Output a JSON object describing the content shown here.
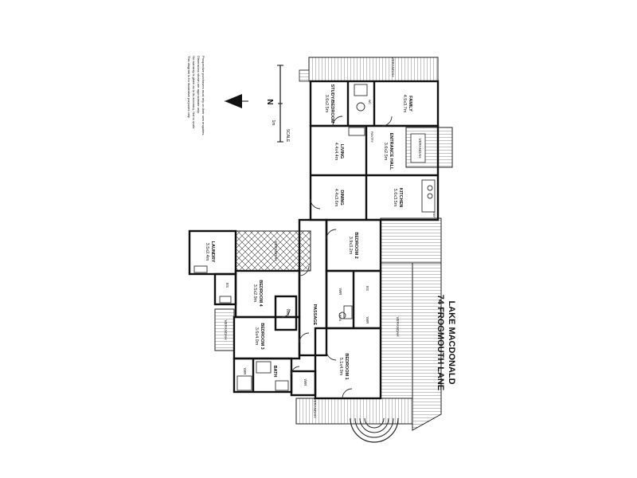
{
  "address": {
    "line1": "74 FROGMOUTH LANE",
    "line2": "LAKE MACDONALD"
  },
  "compass": {
    "label": "N"
  },
  "scale": {
    "label": "SCALE",
    "unit": "1m"
  },
  "disclaimer": [
    "This diagram is for illustrative purposes only.",
    "No warranty is given as to its accuracy. Not to scale.",
    "Dimensions shown are approximate only.",
    "Prospective purchasers must rely on their own enquiries."
  ],
  "rooms": {
    "study": {
      "name": "STUDY/BEDROOM",
      "dims": "3.6x2.5m"
    },
    "family": {
      "name": "FAMILY",
      "dims": "4.5x3.7m"
    },
    "entrance": {
      "name": "ENTRANCE HALL",
      "dims": "3.6x2.5m"
    },
    "living": {
      "name": "LIVING",
      "dims": "4.4x4.4m"
    },
    "dining": {
      "name": "DINING",
      "dims": "4.4x3.6m"
    },
    "kitchen": {
      "name": "KITCHEN",
      "dims": "5.6x3.5m"
    },
    "bedroom2": {
      "name": "BEDROOM 2",
      "dims": "3.9x3.2m"
    },
    "laundry": {
      "name": "LAUNDRY",
      "dims": "3.5x2.4m"
    },
    "bedroom4": {
      "name": "BEDROOM 4",
      "dims": "3.5x2.9m"
    },
    "bedroom3": {
      "name": "BEDROOM 3",
      "dims": "3.6x4.0m"
    },
    "bedroom1": {
      "name": "BEDROOM 1",
      "dims": "5.1x4.9m"
    },
    "passage": {
      "name": "PASSAGE"
    },
    "bath": {
      "name": "BATH"
    }
  },
  "labels": {
    "verandah": "VERANDAH",
    "wir": "WIR",
    "es": "ES",
    "linen": "LINEN",
    "wc": "WC",
    "fridge": "FRIDGE",
    "pantry": "PANTRY",
    "dw": "DW",
    "ref": "REF"
  }
}
